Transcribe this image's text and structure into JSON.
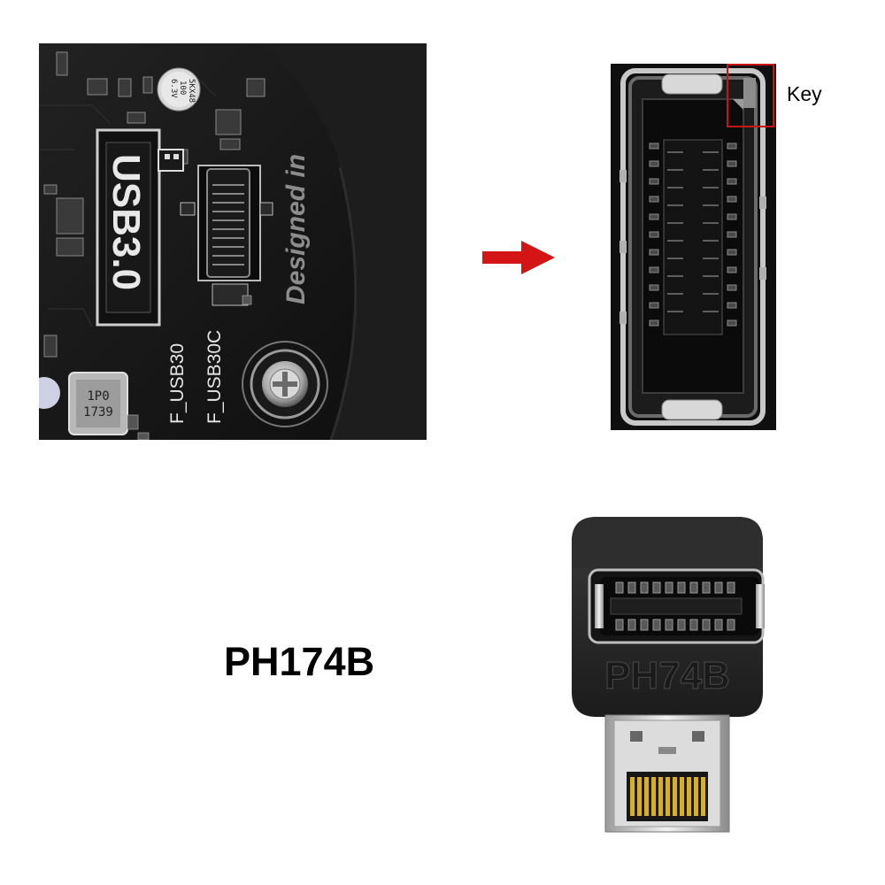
{
  "board_photo": {
    "silkscreen_main": "USB3.0",
    "designed_in": "Designed in",
    "f_usb30": "F_USB30",
    "f_usb30c": "F_USB30C",
    "inductor_line1": "1P0",
    "inductor_line2": "1739",
    "capacitor_line1": "5KX48",
    "capacitor_line2": "100",
    "capacitor_line3": "6.3V"
  },
  "closeup_photo": {
    "key_label": "Key",
    "key_highlight_color": "#c81414"
  },
  "arrow": {
    "icon": "right-arrow-icon",
    "color": "#d41515"
  },
  "product": {
    "model": "PH174B",
    "embossed_text": "PH74B"
  }
}
